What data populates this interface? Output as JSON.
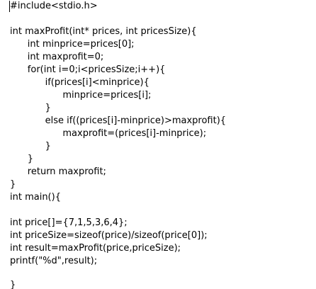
{
  "editor": {
    "lines": [
      "#include<stdio.h>",
      "",
      "int maxProfit(int* prices, int pricesSize){",
      "      int minprice=prices[0];",
      "      int maxprofit=0;",
      "      for(int i=0;i<pricesSize;i++){",
      "            if(prices[i]<minprice){",
      "                  minprice=prices[i];",
      "            }",
      "            else if((prices[i]-minprice)>maxprofit){",
      "                  maxprofit=(prices[i]-minprice);",
      "            }",
      "      }",
      "      return maxprofit;",
      "}",
      "int main(){",
      "",
      "int price[]={7,1,5,3,6,4};",
      "int priceSize=sizeof(price)/sizeof(price[0]);",
      "int result=maxProfit(price,priceSize);",
      "printf(\"%d\",result);",
      "",
      "}"
    ]
  }
}
